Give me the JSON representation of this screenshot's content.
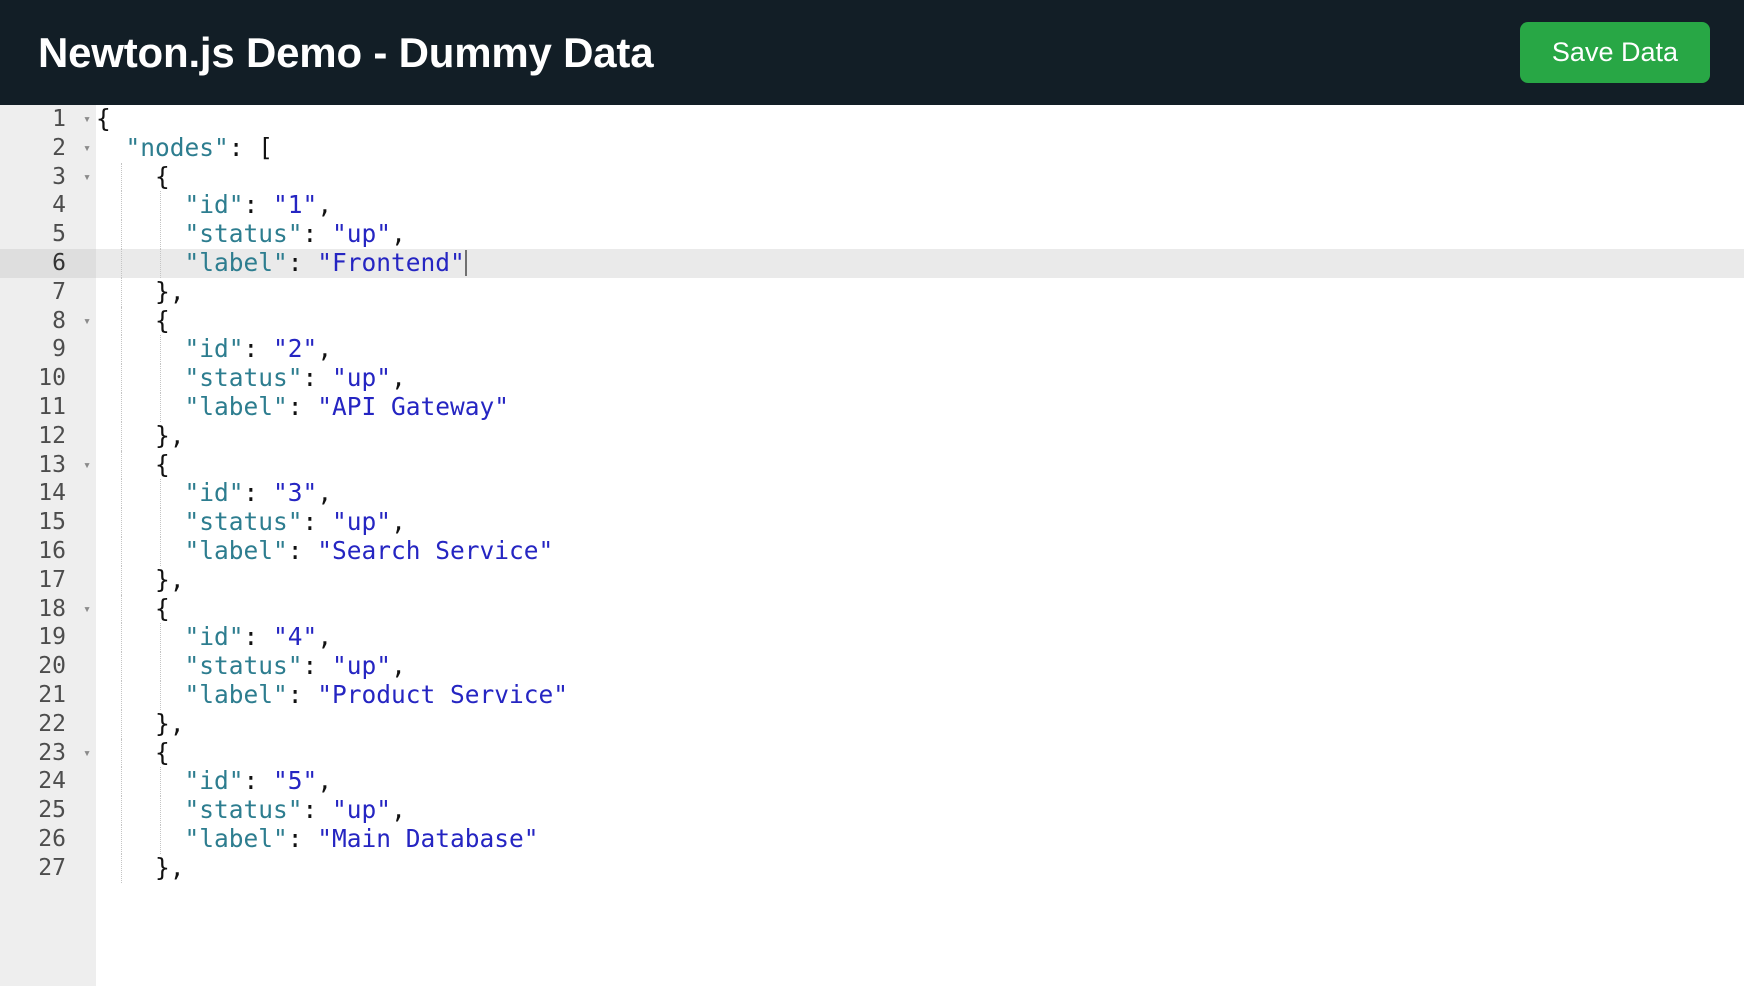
{
  "header": {
    "title": "Newton.js Demo - Dummy Data",
    "save_label": "Save Data",
    "background_color": "#121e26",
    "save_button_color": "#28a745"
  },
  "editor": {
    "language": "json",
    "active_line": 6,
    "caret_after": "\"Frontend\"",
    "fold_lines": [
      1,
      2,
      3,
      8,
      13,
      18,
      23
    ],
    "colors": {
      "key": "#2d7d8f",
      "string": "#2525c2",
      "punctuation": "#111111",
      "gutter_background": "#eeeeee",
      "active_line_background": "#eaeaea",
      "background": "#ffffff"
    },
    "lines": [
      {
        "n": "1",
        "fold": true,
        "indent": 0,
        "tokens": [
          {
            "t": "p",
            "v": "{"
          }
        ]
      },
      {
        "n": "2",
        "fold": true,
        "indent": 0,
        "tokens": [
          {
            "t": "p",
            "v": "  "
          },
          {
            "t": "k",
            "v": "\"nodes\""
          },
          {
            "t": "p",
            "v": ": ["
          }
        ]
      },
      {
        "n": "3",
        "fold": true,
        "indent": 1,
        "tokens": [
          {
            "t": "p",
            "v": "    {"
          }
        ]
      },
      {
        "n": "4",
        "fold": false,
        "indent": 2,
        "tokens": [
          {
            "t": "p",
            "v": "      "
          },
          {
            "t": "k",
            "v": "\"id\""
          },
          {
            "t": "p",
            "v": ": "
          },
          {
            "t": "s",
            "v": "\"1\""
          },
          {
            "t": "p",
            "v": ","
          }
        ]
      },
      {
        "n": "5",
        "fold": false,
        "indent": 2,
        "tokens": [
          {
            "t": "p",
            "v": "      "
          },
          {
            "t": "k",
            "v": "\"status\""
          },
          {
            "t": "p",
            "v": ": "
          },
          {
            "t": "s",
            "v": "\"up\""
          },
          {
            "t": "p",
            "v": ","
          }
        ]
      },
      {
        "n": "6",
        "fold": false,
        "indent": 2,
        "active": true,
        "caret": true,
        "tokens": [
          {
            "t": "p",
            "v": "      "
          },
          {
            "t": "k",
            "v": "\"label\""
          },
          {
            "t": "p",
            "v": ": "
          },
          {
            "t": "s",
            "v": "\"Frontend\""
          }
        ]
      },
      {
        "n": "7",
        "fold": false,
        "indent": 1,
        "tokens": [
          {
            "t": "p",
            "v": "    },"
          }
        ]
      },
      {
        "n": "8",
        "fold": true,
        "indent": 1,
        "tokens": [
          {
            "t": "p",
            "v": "    {"
          }
        ]
      },
      {
        "n": "9",
        "fold": false,
        "indent": 2,
        "tokens": [
          {
            "t": "p",
            "v": "      "
          },
          {
            "t": "k",
            "v": "\"id\""
          },
          {
            "t": "p",
            "v": ": "
          },
          {
            "t": "s",
            "v": "\"2\""
          },
          {
            "t": "p",
            "v": ","
          }
        ]
      },
      {
        "n": "10",
        "fold": false,
        "indent": 2,
        "tokens": [
          {
            "t": "p",
            "v": "      "
          },
          {
            "t": "k",
            "v": "\"status\""
          },
          {
            "t": "p",
            "v": ": "
          },
          {
            "t": "s",
            "v": "\"up\""
          },
          {
            "t": "p",
            "v": ","
          }
        ]
      },
      {
        "n": "11",
        "fold": false,
        "indent": 2,
        "tokens": [
          {
            "t": "p",
            "v": "      "
          },
          {
            "t": "k",
            "v": "\"label\""
          },
          {
            "t": "p",
            "v": ": "
          },
          {
            "t": "s",
            "v": "\"API Gateway\""
          }
        ]
      },
      {
        "n": "12",
        "fold": false,
        "indent": 1,
        "tokens": [
          {
            "t": "p",
            "v": "    },"
          }
        ]
      },
      {
        "n": "13",
        "fold": true,
        "indent": 1,
        "tokens": [
          {
            "t": "p",
            "v": "    {"
          }
        ]
      },
      {
        "n": "14",
        "fold": false,
        "indent": 2,
        "tokens": [
          {
            "t": "p",
            "v": "      "
          },
          {
            "t": "k",
            "v": "\"id\""
          },
          {
            "t": "p",
            "v": ": "
          },
          {
            "t": "s",
            "v": "\"3\""
          },
          {
            "t": "p",
            "v": ","
          }
        ]
      },
      {
        "n": "15",
        "fold": false,
        "indent": 2,
        "tokens": [
          {
            "t": "p",
            "v": "      "
          },
          {
            "t": "k",
            "v": "\"status\""
          },
          {
            "t": "p",
            "v": ": "
          },
          {
            "t": "s",
            "v": "\"up\""
          },
          {
            "t": "p",
            "v": ","
          }
        ]
      },
      {
        "n": "16",
        "fold": false,
        "indent": 2,
        "tokens": [
          {
            "t": "p",
            "v": "      "
          },
          {
            "t": "k",
            "v": "\"label\""
          },
          {
            "t": "p",
            "v": ": "
          },
          {
            "t": "s",
            "v": "\"Search Service\""
          }
        ]
      },
      {
        "n": "17",
        "fold": false,
        "indent": 1,
        "tokens": [
          {
            "t": "p",
            "v": "    },"
          }
        ]
      },
      {
        "n": "18",
        "fold": true,
        "indent": 1,
        "tokens": [
          {
            "t": "p",
            "v": "    {"
          }
        ]
      },
      {
        "n": "19",
        "fold": false,
        "indent": 2,
        "tokens": [
          {
            "t": "p",
            "v": "      "
          },
          {
            "t": "k",
            "v": "\"id\""
          },
          {
            "t": "p",
            "v": ": "
          },
          {
            "t": "s",
            "v": "\"4\""
          },
          {
            "t": "p",
            "v": ","
          }
        ]
      },
      {
        "n": "20",
        "fold": false,
        "indent": 2,
        "tokens": [
          {
            "t": "p",
            "v": "      "
          },
          {
            "t": "k",
            "v": "\"status\""
          },
          {
            "t": "p",
            "v": ": "
          },
          {
            "t": "s",
            "v": "\"up\""
          },
          {
            "t": "p",
            "v": ","
          }
        ]
      },
      {
        "n": "21",
        "fold": false,
        "indent": 2,
        "tokens": [
          {
            "t": "p",
            "v": "      "
          },
          {
            "t": "k",
            "v": "\"label\""
          },
          {
            "t": "p",
            "v": ": "
          },
          {
            "t": "s",
            "v": "\"Product Service\""
          }
        ]
      },
      {
        "n": "22",
        "fold": false,
        "indent": 1,
        "tokens": [
          {
            "t": "p",
            "v": "    },"
          }
        ]
      },
      {
        "n": "23",
        "fold": true,
        "indent": 1,
        "tokens": [
          {
            "t": "p",
            "v": "    {"
          }
        ]
      },
      {
        "n": "24",
        "fold": false,
        "indent": 2,
        "tokens": [
          {
            "t": "p",
            "v": "      "
          },
          {
            "t": "k",
            "v": "\"id\""
          },
          {
            "t": "p",
            "v": ": "
          },
          {
            "t": "s",
            "v": "\"5\""
          },
          {
            "t": "p",
            "v": ","
          }
        ]
      },
      {
        "n": "25",
        "fold": false,
        "indent": 2,
        "tokens": [
          {
            "t": "p",
            "v": "      "
          },
          {
            "t": "k",
            "v": "\"status\""
          },
          {
            "t": "p",
            "v": ": "
          },
          {
            "t": "s",
            "v": "\"up\""
          },
          {
            "t": "p",
            "v": ","
          }
        ]
      },
      {
        "n": "26",
        "fold": false,
        "indent": 2,
        "tokens": [
          {
            "t": "p",
            "v": "      "
          },
          {
            "t": "k",
            "v": "\"label\""
          },
          {
            "t": "p",
            "v": ": "
          },
          {
            "t": "s",
            "v": "\"Main Database\""
          }
        ]
      },
      {
        "n": "27",
        "fold": false,
        "indent": 1,
        "tokens": [
          {
            "t": "p",
            "v": "    },"
          }
        ]
      }
    ]
  },
  "icons": {
    "fold_arrow": "▾"
  }
}
